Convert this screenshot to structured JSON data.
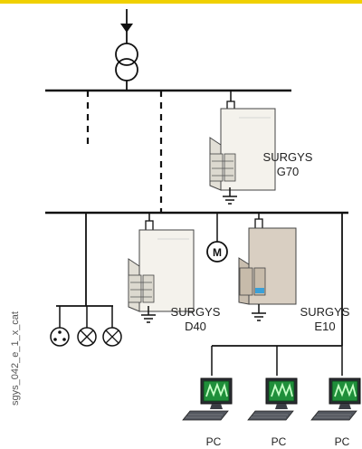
{
  "accent_color": "#f0d000",
  "devices": [
    {
      "id": "g70",
      "brand": "SURGYS",
      "model": "G70"
    },
    {
      "id": "d40",
      "brand": "SURGYS",
      "model": "D40"
    },
    {
      "id": "e10",
      "brand": "SURGYS",
      "model": "E10"
    }
  ],
  "motor_symbol": "M",
  "computers": [
    {
      "label": "PC"
    },
    {
      "label": "PC"
    },
    {
      "label": "PC"
    }
  ],
  "reference_code": "sgys_042_e_1_x_cat",
  "icons": [
    "transformer-icon",
    "lamp-icon",
    "motor-icon",
    "fuse-icon",
    "ground-icon",
    "computer-icon",
    "surge-protector-icon"
  ]
}
